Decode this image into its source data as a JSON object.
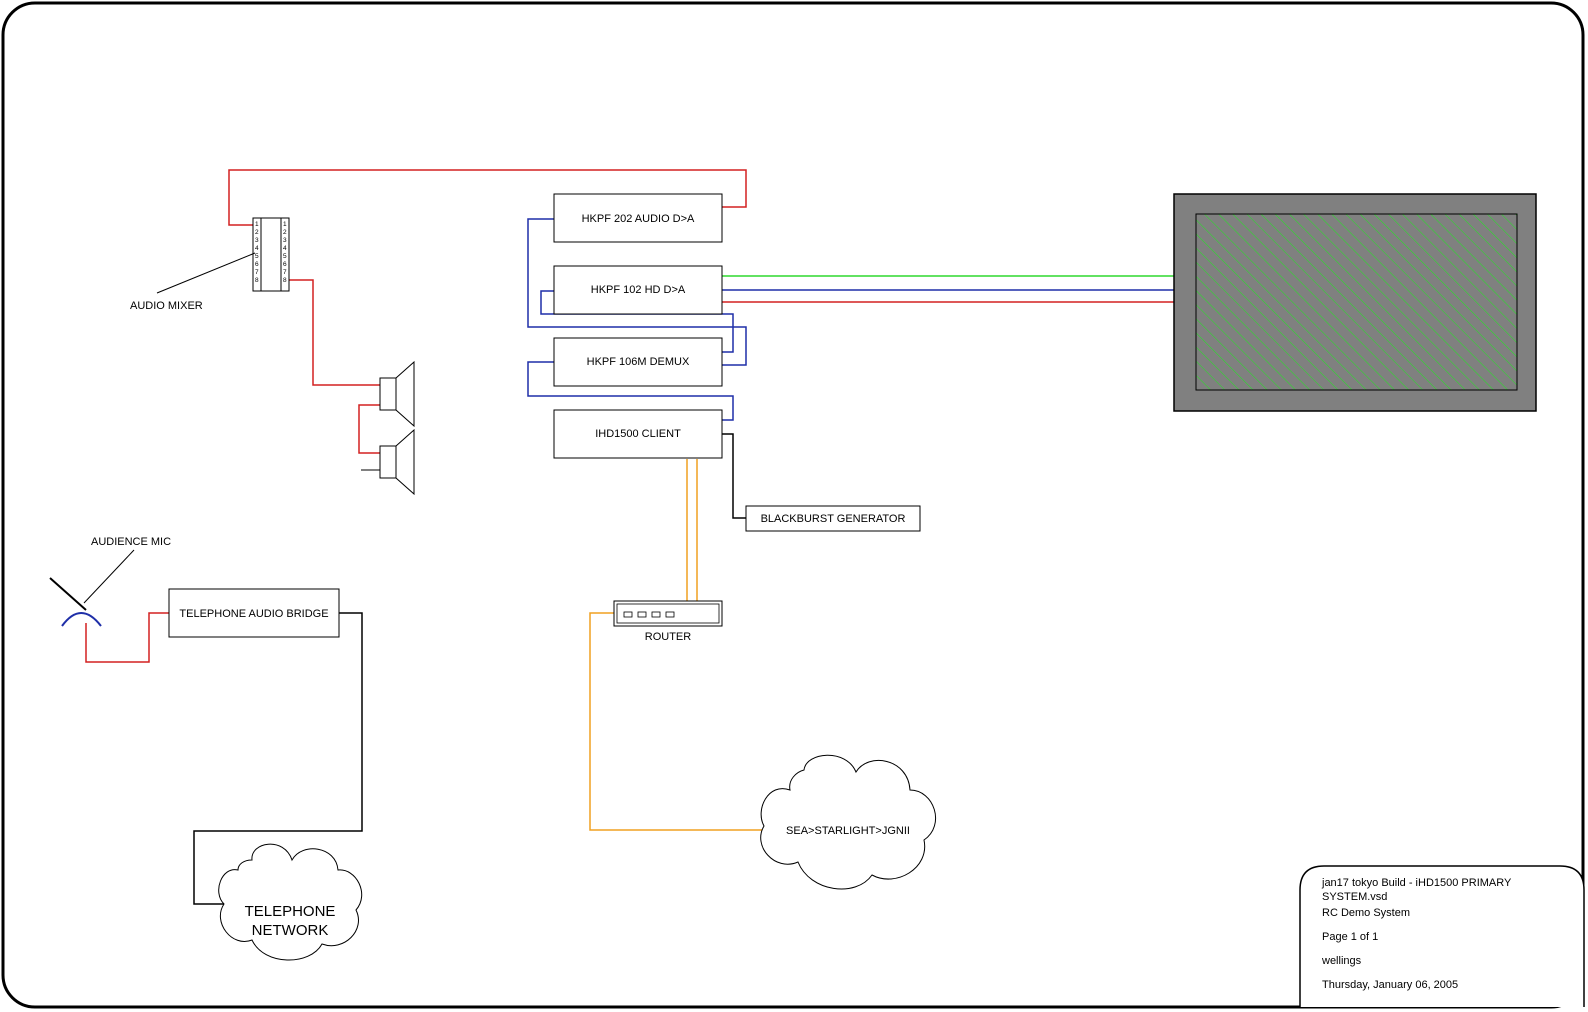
{
  "devices": {
    "audio_da": "HKPF 202 AUDIO D>A",
    "hd_da": "HKPF 102 HD D>A",
    "demux": "HKPF 106M DEMUX",
    "client": "IHD1500 CLIENT",
    "blackburst": "BLACKBURST GENERATOR",
    "router": "ROUTER",
    "audio_mixer": "AUDIO MIXER",
    "audience_mic": "AUDIENCE MIC",
    "telephone_bridge": "TELEPHONE AUDIO BRIDGE",
    "telephone_network_line1": "TELEPHONE",
    "telephone_network_line2": "NETWORK",
    "network_cloud": "SEA>STARLIGHT>JGNII"
  },
  "mixer_pins": [
    "1",
    "2",
    "3",
    "4",
    "5",
    "6",
    "7",
    "8"
  ],
  "title_block": {
    "line1": "jan17 tokyo Build - iHD1500 PRIMARY",
    "line2": "SYSTEM.vsd",
    "line3": "RC Demo System",
    "page": "Page 1 of 1",
    "author": "wellings",
    "date": "Thursday, January 06, 2005"
  },
  "colors": {
    "audio_wire": "#d42020",
    "video_blue": "#1f2fa8",
    "video_green": "#2ed82e",
    "network_orange": "#f0a020",
    "phone_black": "#000000",
    "monitor_bezel": "#808080",
    "screen_hatch": "#2ed82e"
  }
}
